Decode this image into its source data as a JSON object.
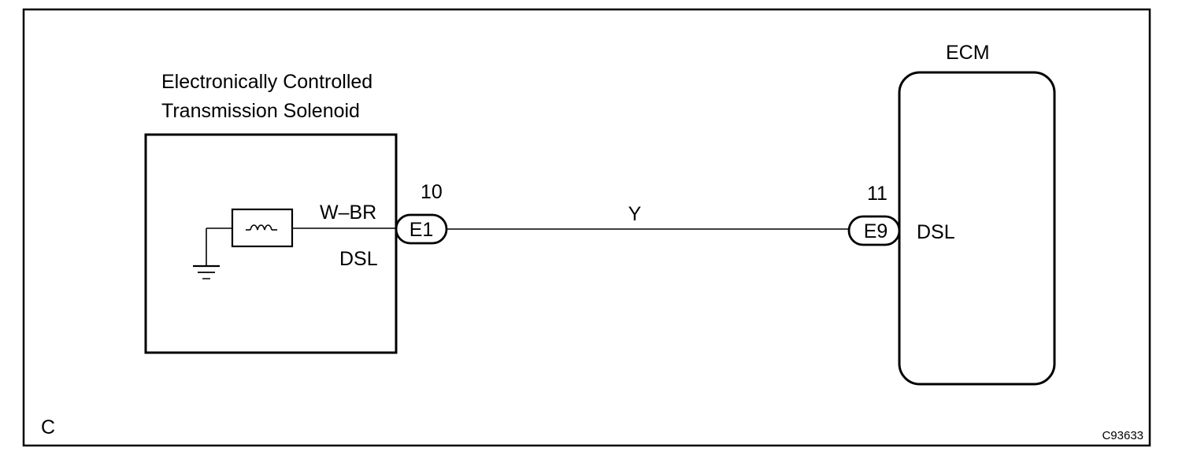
{
  "solenoid": {
    "title_line1": "Electronically Controlled",
    "title_line2": "Transmission Solenoid",
    "wire_color": "W–BR",
    "terminal_name": "DSL"
  },
  "connector_e1": {
    "pin": "10",
    "code": "E1"
  },
  "wire": {
    "color": "Y"
  },
  "connector_e9": {
    "pin": "11",
    "code": "E9"
  },
  "ecm": {
    "title": "ECM",
    "terminal_name": "DSL"
  },
  "figure": {
    "corner_label": "C",
    "figure_code": "C93633"
  }
}
